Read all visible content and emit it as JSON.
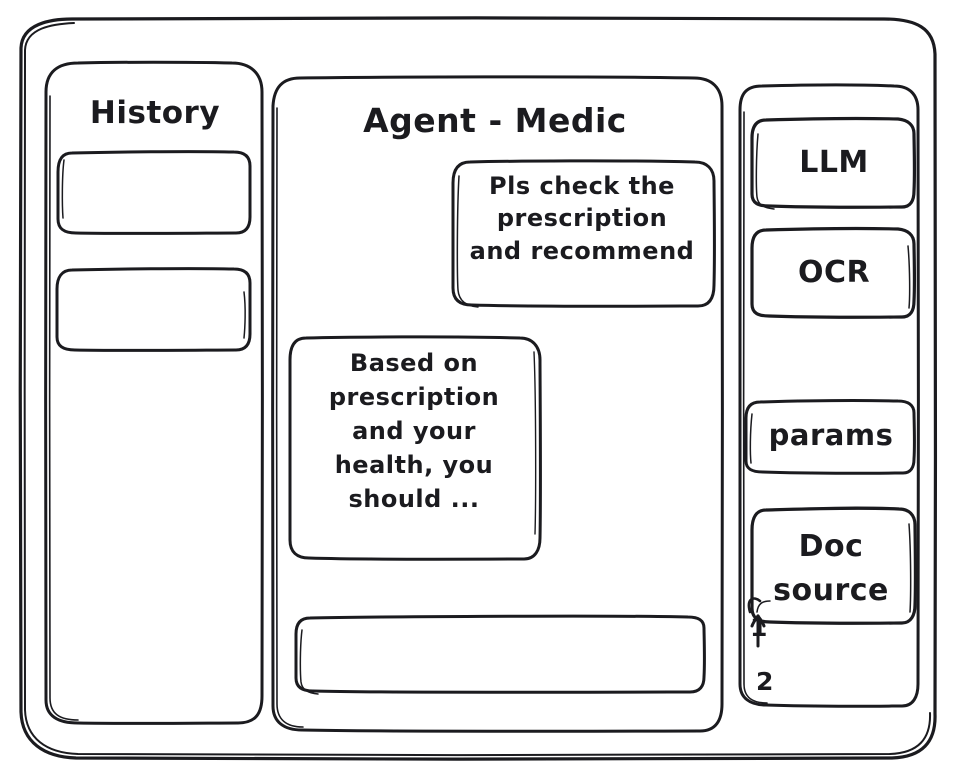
{
  "app": {
    "frame_label": "app-window",
    "stroke_color": "#1b1b1f",
    "background_color": "#ffffff",
    "style": "hand-drawn wireframe"
  },
  "sidebar_left": {
    "title": "History",
    "items": [
      {
        "label": "",
        "name": "history-item-1"
      },
      {
        "label": "",
        "name": "history-item-2"
      }
    ]
  },
  "main": {
    "title": "Agent - Medic",
    "messages": [
      {
        "role": "user",
        "text": "Pls check the\nprescription\nand recommend",
        "align": "right"
      },
      {
        "role": "assistant",
        "text": "Based on\nprescription\nand your\nhealth, you\nshould ...",
        "align": "left"
      }
    ],
    "composer": {
      "value": "",
      "placeholder": ""
    }
  },
  "sidebar_right": {
    "buttons": [
      {
        "label": "LLM",
        "name": "llm-button"
      },
      {
        "label": "OCR",
        "name": "ocr-button"
      },
      {
        "label": "params",
        "name": "params-button"
      },
      {
        "label": "Doc\nsource",
        "name": "doc-source-button"
      }
    ],
    "sources": [
      {
        "label": "1"
      },
      {
        "label": "2"
      }
    ]
  }
}
